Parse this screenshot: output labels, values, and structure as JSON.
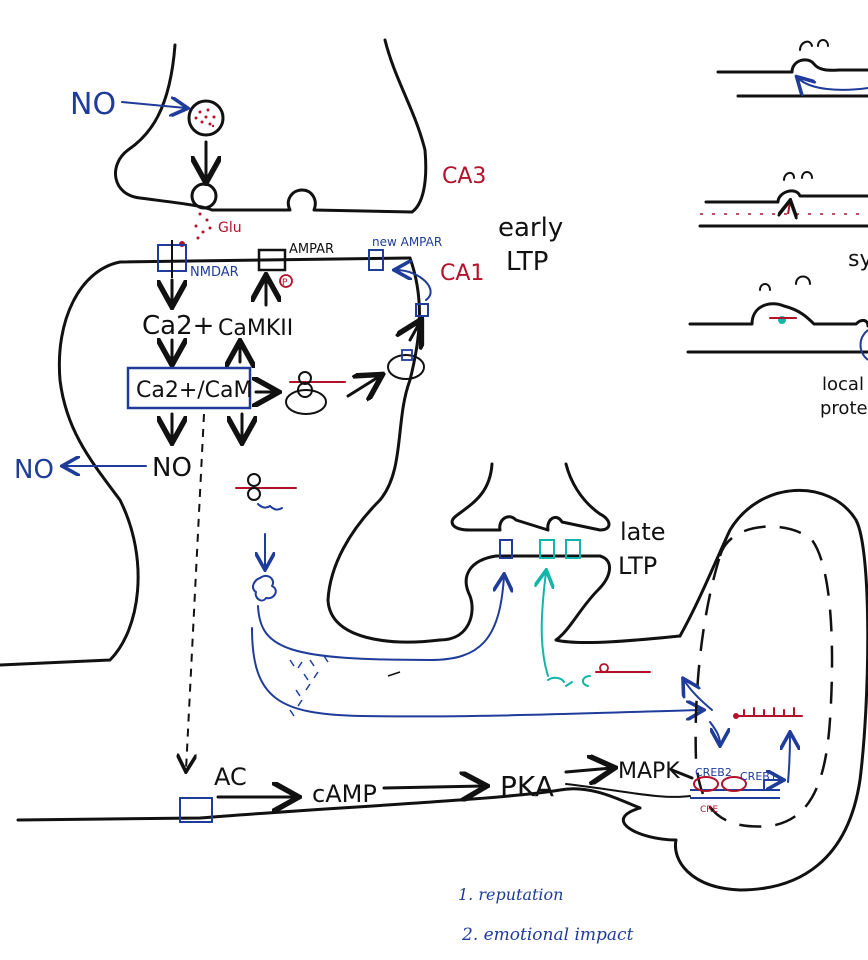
{
  "colors": {
    "ink": "#111111",
    "blue_ink": "#1f3c9a",
    "red_ink": "#b3122a",
    "teal_ink": "#12b5a8",
    "background": "#ffffff"
  },
  "labels": {
    "no_top": "NO",
    "ca3": "CA3",
    "glu": "Glu",
    "ampar": "AMPAR",
    "new_ampar": "new AMPAR",
    "nmdar": "NMDAR",
    "ca1": "CA1",
    "early": "early",
    "early_ltp": "LTP",
    "ca2": "Ca2+",
    "camkii": "CaMKII",
    "phospho": "P",
    "ca_cam": "Ca2+/CaM",
    "no_left": "NO",
    "no_mid": "NO",
    "late": "late",
    "late_ltp": "LTP",
    "ac": "AC",
    "camp": "cAMP",
    "pka": "PKA",
    "mapk": "MAPK",
    "creb2": "CREB2",
    "creb1": "CREB1",
    "cre": "CRE",
    "sy": "sy",
    "local": "local",
    "protei": "protei",
    "note1": "1. reputation",
    "note2": "2. emotional impact"
  }
}
